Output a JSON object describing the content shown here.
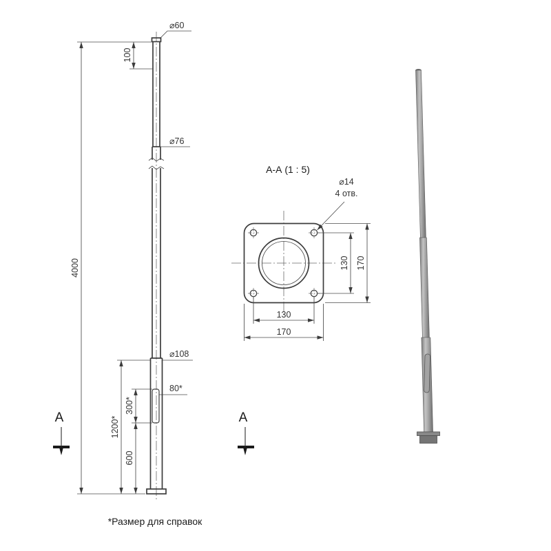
{
  "colors": {
    "line": "#3c3c3c",
    "pole_metal": "#a8a8a8"
  },
  "note": "*Размер для справок",
  "front_view": {
    "top_diameter": "⌀60",
    "top_section_length": "100",
    "mid_diameter": "⌀76",
    "total_length": "4000",
    "base_diameter": "⌀108",
    "base_section_length": "1200*",
    "door_height": "300*",
    "door_width": "80*",
    "door_bottom_offset": "600"
  },
  "section_view": {
    "title": "А-А (1 : 5)",
    "letter": "А",
    "hole_diameter": "⌀14",
    "hole_count": "4 отв.",
    "bolt_spacing_v": "130",
    "bolt_spacing_h": "130",
    "plate_width": "170",
    "plate_height": "170"
  }
}
